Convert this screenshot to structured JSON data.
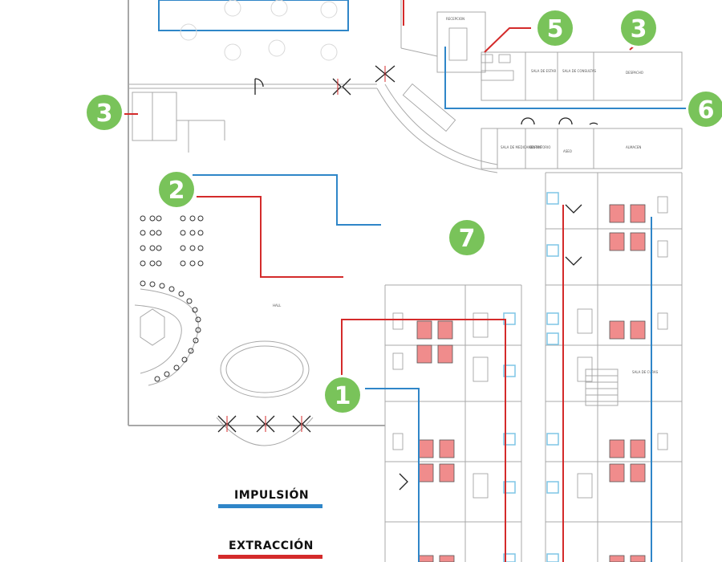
{
  "colors": {
    "supply": "#2f86c8",
    "extract": "#d42b2b",
    "badge_fill": "#79c35a",
    "badge_ring": "#ffffff",
    "wall": "#9a9a9a",
    "bed": "#f08c8c",
    "fixture": "#7fc5e6"
  },
  "badges": [
    {
      "id": "badge-5",
      "label": "5"
    },
    {
      "id": "badge-3-top",
      "label": "3"
    },
    {
      "id": "badge-3-left",
      "label": "3"
    },
    {
      "id": "badge-6",
      "label": "6"
    },
    {
      "id": "badge-2",
      "label": "2"
    },
    {
      "id": "badge-7",
      "label": "7"
    },
    {
      "id": "badge-1",
      "label": "1"
    }
  ],
  "rooms": {
    "hall": "HALL",
    "recepcion": "RECEPCION",
    "room_a": "SALA DE ESTAR",
    "room_b": "SALA DE CONSULTAS",
    "room_c": "DESPACHO",
    "room_d": "SALA DE MEDICAMENTOS",
    "room_e": "DORMITORIO",
    "room_f": "ASEO",
    "room_g": "ALMACEN",
    "room_h": "SALA DE CURAS"
  },
  "legend": {
    "supply_label": "IMPULSIÓN",
    "extract_label": "EXTRACCIÓN"
  }
}
